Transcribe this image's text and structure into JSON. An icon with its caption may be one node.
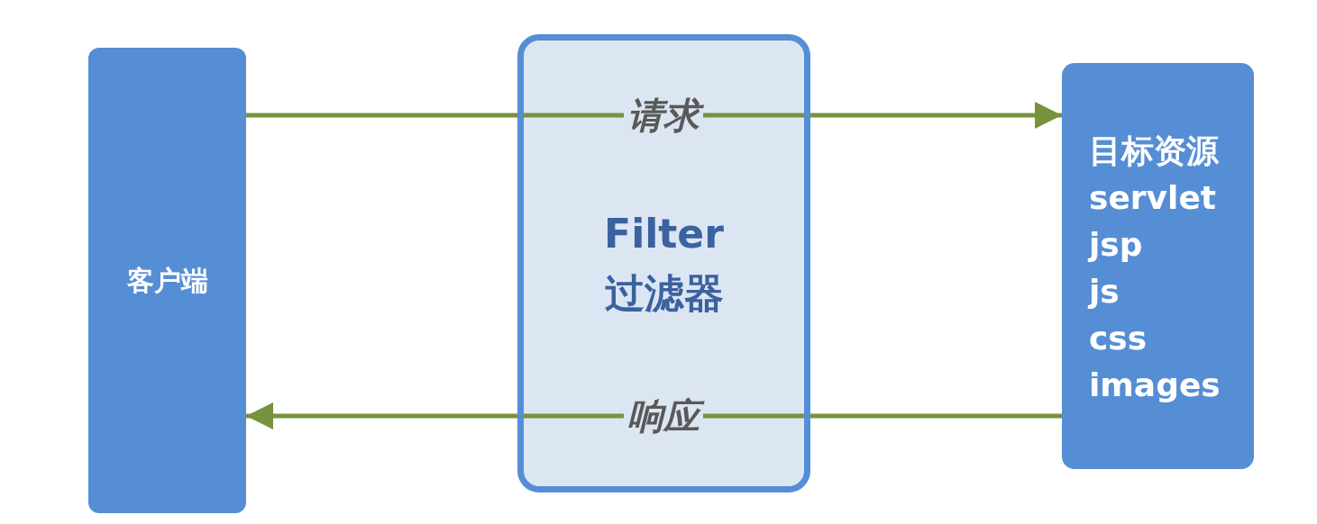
{
  "diagram": {
    "nodes": [
      {
        "text": [
          "客户端"
        ]
      },
      {
        "text": [
          "Filter 过滤器"
        ]
      },
      {
        "text": [
          "目标资源",
          "servlet",
          "jsp",
          "js",
          "css",
          "images"
        ]
      }
    ],
    "edges": [
      {
        "from": 0,
        "to": 1,
        "arrow": "none"
      },
      {
        "from": 1,
        "to": 2,
        "arrow": "to"
      },
      {
        "from": 2,
        "to": 1,
        "arrow": "none"
      },
      {
        "from": 1,
        "to": 0,
        "arrow": "to"
      }
    ],
    "labels": [
      "请求",
      "响应"
    ]
  }
}
